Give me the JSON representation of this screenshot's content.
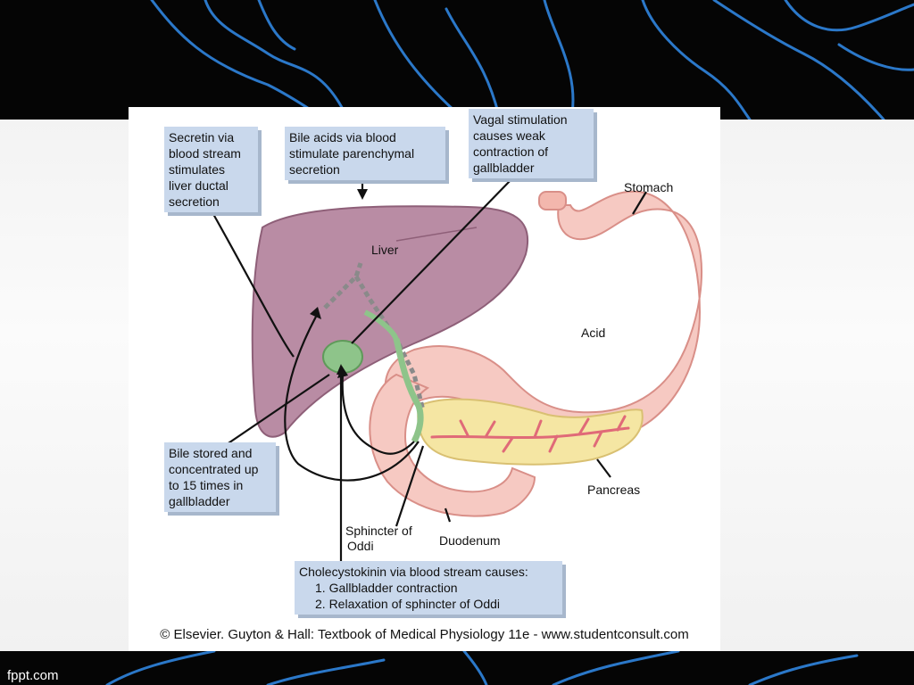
{
  "slide": {
    "brand": "fppt.com",
    "copyright": "© Elsevier. Guyton & Hall: Textbook of Medical Physiology 11e - www.studentconsult.com"
  },
  "callouts": {
    "secretin": [
      "Secretin via",
      "blood stream",
      "stimulates",
      "liver ductal",
      "secretion"
    ],
    "bile_acids": [
      "Bile acids via blood",
      "stimulate parenchymal",
      "secretion"
    ],
    "vagal": [
      "Vagal stimulation",
      "causes weak",
      "contraction of",
      "gallbladder"
    ],
    "bile_stored": [
      "Bile stored and",
      "concentrated up",
      "to 15 times in",
      "gallbladder"
    ],
    "cholecystokinin": [
      "Cholecystokinin via blood stream causes:",
      "1. Gallbladder contraction",
      "2. Relaxation of sphincter of Oddi"
    ]
  },
  "labels": {
    "liver": "Liver",
    "stomach": "Stomach",
    "acid": "Acid",
    "pancreas": "Pancreas",
    "duodenum": "Duodenum",
    "sphincter": [
      "Sphincter of",
      "Oddi"
    ]
  },
  "colors": {
    "liver": "#b98ca4",
    "stomach": "#f6c9c2",
    "pancreas": "#f5e6a3",
    "gallbladder": "#8ec48a",
    "callout": "#c9d8ec",
    "vessels": "#2b78c9"
  }
}
